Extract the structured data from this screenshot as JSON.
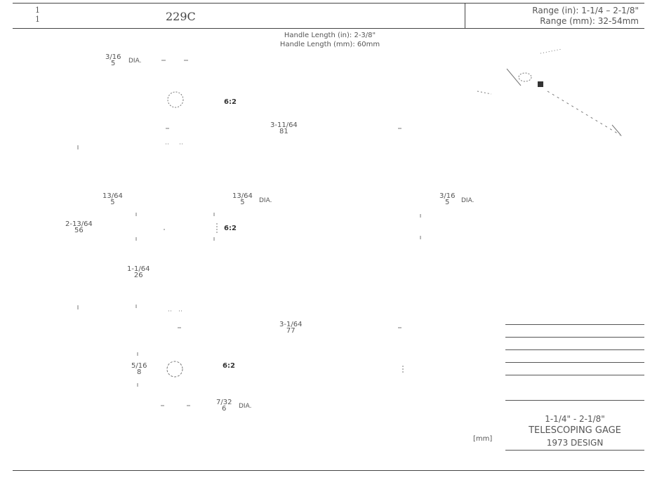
{
  "header": {
    "sheet_top": "1",
    "sheet_bottom": "1",
    "part_number": "229C",
    "range_in": "Range (in): 1-1/4 – 2-1/8\"",
    "range_mm": "Range (mm): 32-54mm"
  },
  "handle": {
    "length_in": "Handle Length (in): 2-3/8\"",
    "length_mm": "Handle Length (mm): 60mm"
  },
  "dimensions": {
    "d1": {
      "top": "3/16",
      "bottom": "5",
      "suffix": "DIA."
    },
    "d2": {
      "top": "3-11/64",
      "bottom": "81"
    },
    "d3": {
      "top": "13/64",
      "bottom": "5"
    },
    "d4": {
      "top": "13/64",
      "bottom": "5",
      "suffix": "DIA."
    },
    "d5": {
      "top": "3/16",
      "bottom": "5",
      "suffix": "DIA."
    },
    "d6": {
      "top": "2-13/64",
      "bottom": "56"
    },
    "d7": {
      "top": "1-1/64",
      "bottom": "26"
    },
    "d8": {
      "top": "3-1/64",
      "bottom": "77"
    },
    "d9": {
      "top": "5/16",
      "bottom": "8"
    },
    "d10": {
      "top": "7/32",
      "bottom": "6",
      "suffix": "DIA."
    }
  },
  "section_labels": {
    "s1": "6:2",
    "s2": "6:2",
    "s3": "6:2"
  },
  "title_block": {
    "unit": "[mm]",
    "range": "1-1/4\" - 2-1/8\"",
    "name": "TELESCOPING GAGE",
    "design": "1973 DESIGN"
  }
}
